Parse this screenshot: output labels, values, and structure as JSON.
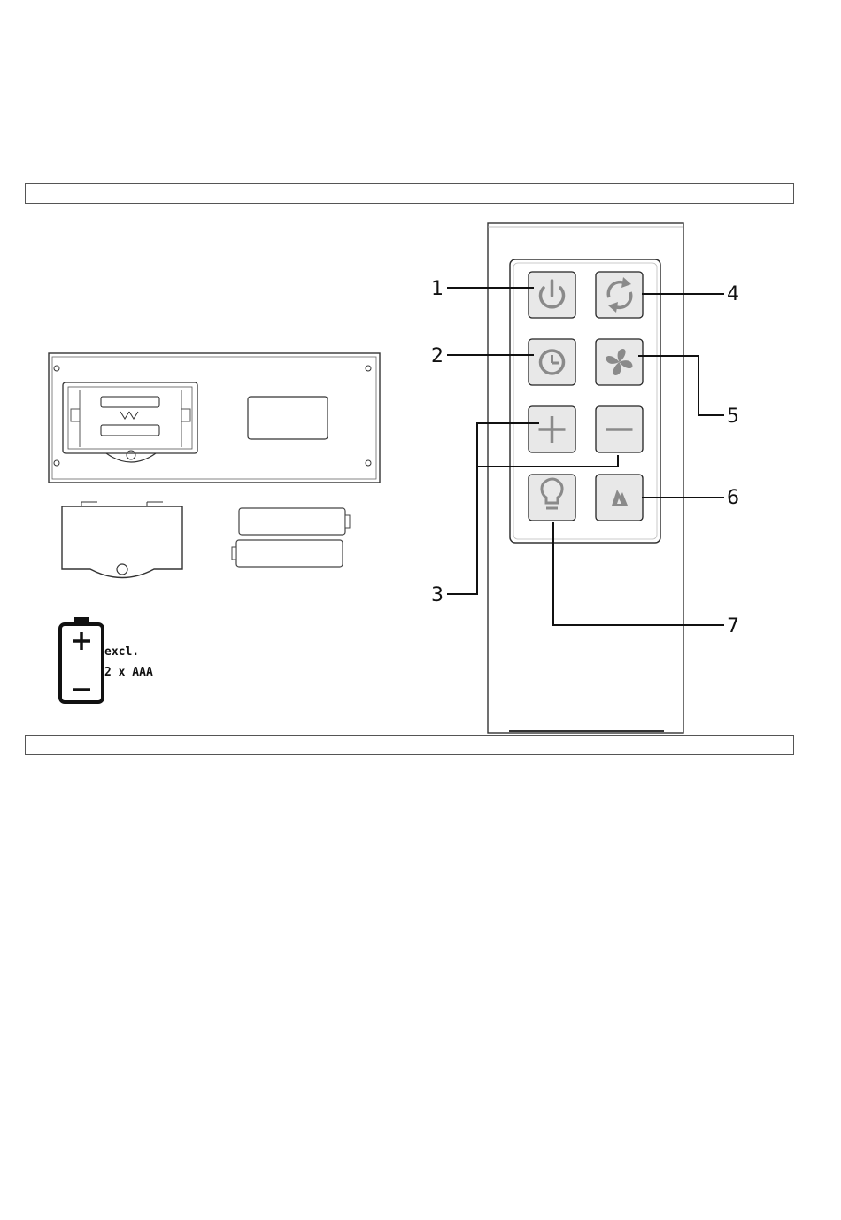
{
  "callouts": {
    "c1": "1",
    "c2": "2",
    "c3": "3",
    "c4": "4",
    "c5": "5",
    "c6": "6",
    "c7": "7"
  },
  "battery_note": {
    "line1": "excl.",
    "line2": "2 x AAA"
  },
  "remote_buttons": [
    {
      "icon": "power-icon"
    },
    {
      "icon": "oscillation-icon"
    },
    {
      "icon": "timer-icon"
    },
    {
      "icon": "fan-speed-icon"
    },
    {
      "icon": "plus-icon"
    },
    {
      "icon": "minus-icon"
    },
    {
      "icon": "light-bulb-icon"
    },
    {
      "icon": "flame-icon"
    }
  ],
  "colors": {
    "button_fill": "#e8e8e8",
    "icon_gray": "#8a8a8a",
    "line": "#111111"
  }
}
